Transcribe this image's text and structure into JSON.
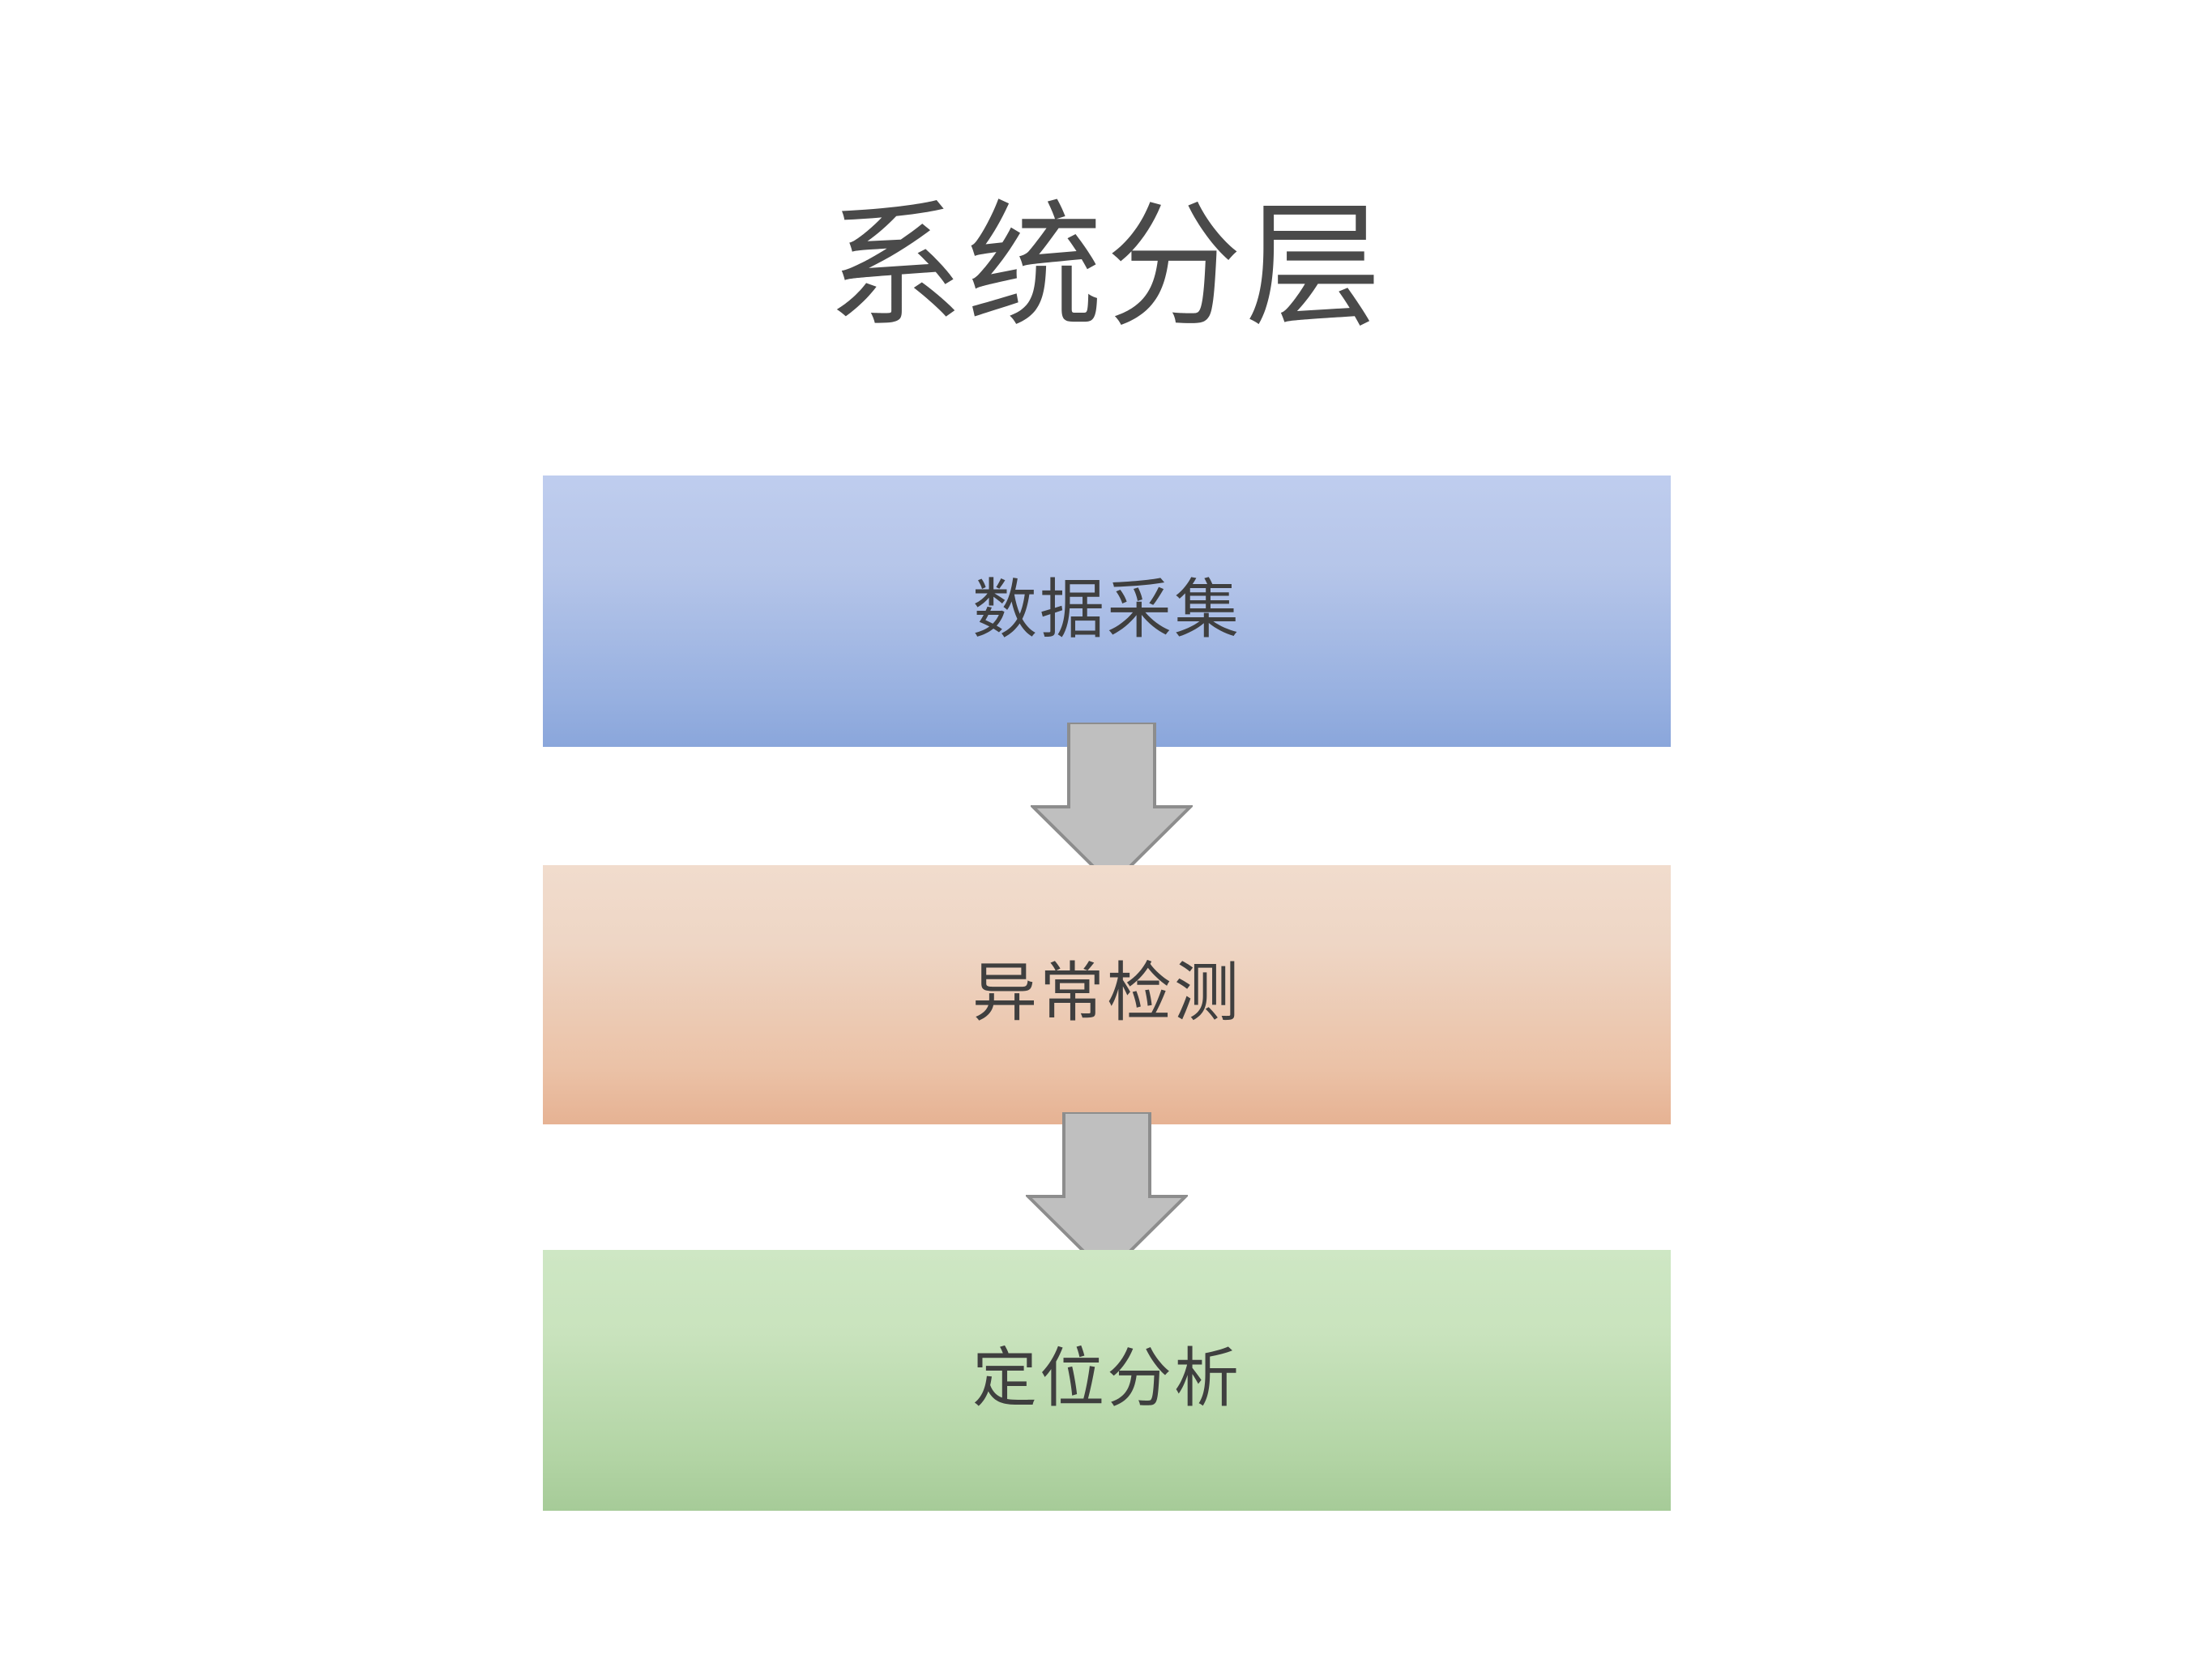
{
  "slide": {
    "title": "系统分层",
    "background_color": "#ffffff",
    "title_color": "#4a4a4a"
  },
  "diagram": {
    "type": "vertical-flow",
    "layers": [
      {
        "id": "layer-data-collection",
        "label": "数据采集",
        "fill_top": "#bfcdee",
        "fill_bottom": "#8aa6db",
        "accent": "blue"
      },
      {
        "id": "layer-anomaly-detection",
        "label": "异常检测",
        "fill_top": "#f1dccd",
        "fill_bottom": "#e6b293",
        "accent": "orange"
      },
      {
        "id": "layer-localization-analysis",
        "label": "定位分析",
        "fill_top": "#cee7c4",
        "fill_bottom": "#a6cb98",
        "accent": "green"
      }
    ],
    "connectors": [
      {
        "id": "connector-1",
        "icon": "down-arrow-icon",
        "from": "数据采集",
        "to": "异常检测",
        "fill": "#bfbfbf",
        "stroke": "#8d8d8d"
      },
      {
        "id": "connector-2",
        "icon": "down-arrow-icon",
        "from": "异常检测",
        "to": "定位分析",
        "fill": "#bfbfbf",
        "stroke": "#8d8d8d"
      }
    ]
  }
}
